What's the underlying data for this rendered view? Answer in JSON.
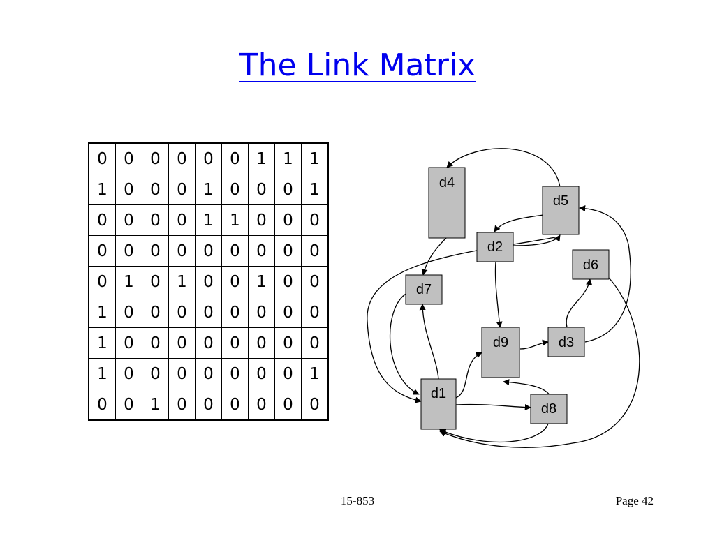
{
  "title": "The Link Matrix",
  "matrix": [
    [
      "0",
      "0",
      "0",
      "0",
      "0",
      "0",
      "1",
      "1",
      "1"
    ],
    [
      "1",
      "0",
      "0",
      "0",
      "1",
      "0",
      "0",
      "0",
      "1"
    ],
    [
      "0",
      "0",
      "0",
      "0",
      "1",
      "1",
      "0",
      "0",
      "0"
    ],
    [
      "0",
      "0",
      "0",
      "0",
      "0",
      "0",
      "0",
      "0",
      "0"
    ],
    [
      "0",
      "1",
      "0",
      "1",
      "0",
      "0",
      "1",
      "0",
      "0"
    ],
    [
      "1",
      "0",
      "0",
      "0",
      "0",
      "0",
      "0",
      "0",
      "0"
    ],
    [
      "1",
      "0",
      "0",
      "0",
      "0",
      "0",
      "0",
      "0",
      "0"
    ],
    [
      "1",
      "0",
      "0",
      "0",
      "0",
      "0",
      "0",
      "0",
      "1"
    ],
    [
      "0",
      "0",
      "1",
      "0",
      "0",
      "0",
      "0",
      "0",
      "0"
    ]
  ],
  "nodes": {
    "d1": "d1",
    "d2": "d2",
    "d3": "d3",
    "d4": "d4",
    "d5": "d5",
    "d6": "d6",
    "d7": "d7",
    "d8": "d8",
    "d9": "d9"
  },
  "colors": {
    "title": "#0000ee",
    "node_fill": "#c0c0c0",
    "text": "#000000"
  },
  "footer": {
    "course": "15-853",
    "page": "Page 42"
  }
}
